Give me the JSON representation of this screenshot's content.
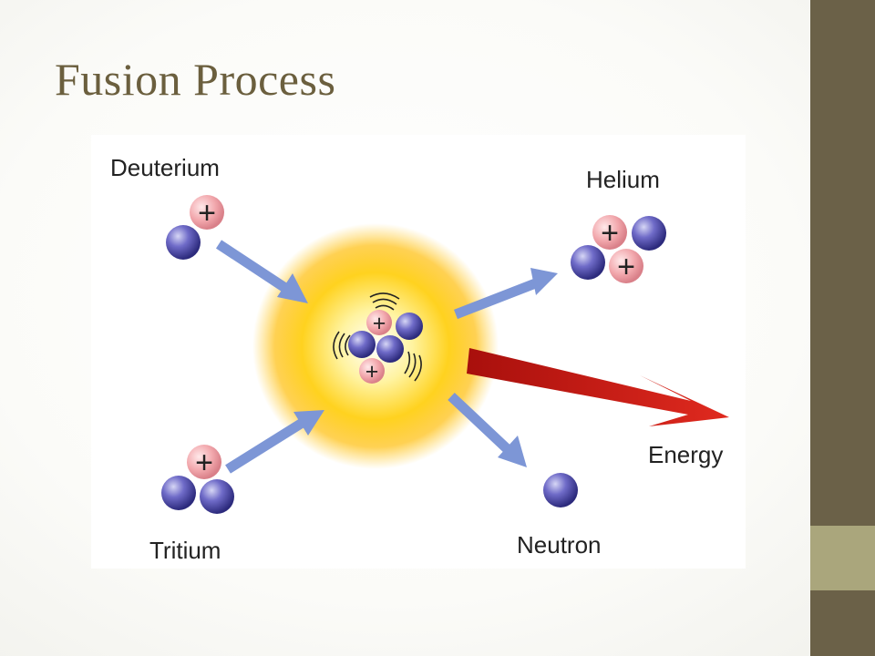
{
  "slide": {
    "title": "Fusion Process"
  },
  "diagram": {
    "labels": {
      "deuterium": "Deuterium",
      "tritium": "Tritium",
      "helium": "Helium",
      "neutron": "Neutron",
      "energy": "Energy"
    },
    "symbols": {
      "proton": "+"
    }
  },
  "colors": {
    "title": "#6b5f3e",
    "sidebar_dark": "#6b6148",
    "sidebar_accent": "#aaa67c",
    "proton": "#f3b0b4",
    "neutron": "#5c58b8",
    "arrow": "#7d96d6",
    "energy_arrow": "#cc1a14",
    "glow_core": "#ffffff",
    "glow_mid": "#ffd21f",
    "glow_edge": "#ffb400"
  }
}
